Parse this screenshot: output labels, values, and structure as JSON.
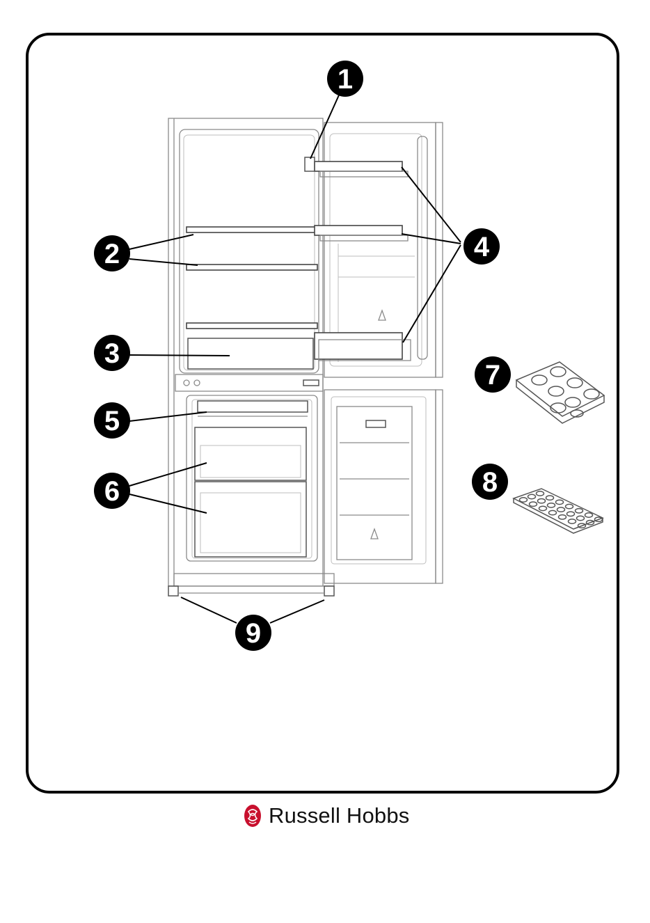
{
  "callouts": [
    {
      "id": "1",
      "label": "1"
    },
    {
      "id": "2",
      "label": "2"
    },
    {
      "id": "3",
      "label": "3"
    },
    {
      "id": "4",
      "label": "4"
    },
    {
      "id": "5",
      "label": "5"
    },
    {
      "id": "6",
      "label": "6"
    },
    {
      "id": "7",
      "label": "7"
    },
    {
      "id": "8",
      "label": "8"
    },
    {
      "id": "9",
      "label": "9"
    }
  ],
  "brand": {
    "name": "Russell Hobbs",
    "logo_icon": "rose-logo-icon",
    "color": "#c8102e"
  },
  "colors": {
    "outline": "#000000",
    "drawing": "#8a8a8a"
  }
}
